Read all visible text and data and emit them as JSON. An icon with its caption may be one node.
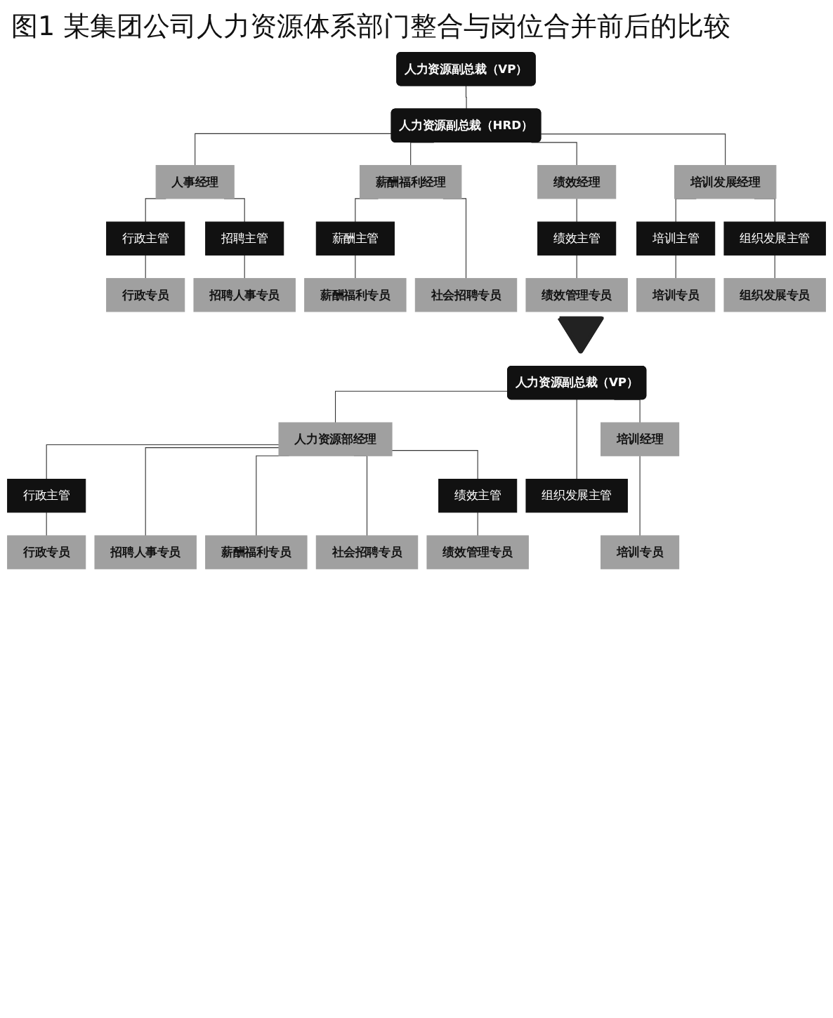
{
  "diagram": {
    "title": "图1 某集团公司人力资源体系部门整合与岗位合并前后的比较",
    "nodes": [
      {
        "text": [
          "人力资源副总裁（VP）"
        ]
      },
      {
        "text": [
          "人力资源副总裁（HRD）"
        ]
      },
      {
        "text": [
          "人事经理"
        ]
      },
      {
        "text": [
          "薪酬福利经理"
        ]
      },
      {
        "text": [
          "绩效经理"
        ]
      },
      {
        "text": [
          "培训发展经理"
        ]
      },
      {
        "text": [
          "行政主管"
        ]
      },
      {
        "text": [
          "招聘主管"
        ]
      },
      {
        "text": [
          "薪酬主管"
        ]
      },
      {
        "text": [
          "绩效主管"
        ]
      },
      {
        "text": [
          "培训主管"
        ]
      },
      {
        "text": [
          "组织发展主管"
        ]
      },
      {
        "text": [
          "行政专员"
        ]
      },
      {
        "text": [
          "招聘人事专员"
        ]
      },
      {
        "text": [
          "薪酬福利专员"
        ]
      },
      {
        "text": [
          "社会招聘专员"
        ]
      },
      {
        "text": [
          "绩效管理专员"
        ]
      },
      {
        "text": [
          "培训专员"
        ]
      },
      {
        "text": [
          "组织发展专员"
        ]
      },
      {
        "text": [],
        "shape": "triangle"
      },
      {
        "text": [
          "人力资源副总裁（VP）"
        ]
      },
      {
        "text": [
          "人力资源部经理"
        ]
      },
      {
        "text": [
          "培训经理"
        ]
      },
      {
        "text": [
          "行政主管"
        ]
      },
      {
        "text": [
          "绩效主管"
        ]
      },
      {
        "text": [
          "组织发展主管"
        ]
      },
      {
        "text": [
          "行政专员"
        ]
      },
      {
        "text": [
          "招聘人事专员"
        ]
      },
      {
        "text": [
          "薪酬福利专员"
        ]
      },
      {
        "text": [
          "社会招聘专员"
        ]
      },
      {
        "text": [
          "绩效管理专员"
        ]
      },
      {
        "text": [
          "培训专员"
        ]
      }
    ],
    "edges": [
      {
        "from": 0,
        "to": 1,
        "arrow": "none"
      },
      {
        "from": 1,
        "to": 2,
        "arrow": "none"
      },
      {
        "from": 1,
        "to": 3,
        "arrow": "none"
      },
      {
        "from": 1,
        "to": 4,
        "arrow": "none"
      },
      {
        "from": 1,
        "to": 5,
        "arrow": "none"
      },
      {
        "from": 2,
        "to": 6,
        "arrow": "none"
      },
      {
        "from": 2,
        "to": 7,
        "arrow": "none"
      },
      {
        "from": 3,
        "to": 8,
        "arrow": "none"
      },
      {
        "from": 3,
        "to": 15,
        "arrow": "none"
      },
      {
        "from": 4,
        "to": 9,
        "arrow": "none"
      },
      {
        "from": 5,
        "to": 10,
        "arrow": "none"
      },
      {
        "from": 5,
        "to": 11,
        "arrow": "none"
      },
      {
        "from": 6,
        "to": 12,
        "arrow": "none"
      },
      {
        "from": 7,
        "to": 13,
        "arrow": "none"
      },
      {
        "from": 8,
        "to": 14,
        "arrow": "none"
      },
      {
        "from": 9,
        "to": 16,
        "arrow": "none"
      },
      {
        "from": 10,
        "to": 17,
        "arrow": "none"
      },
      {
        "from": 11,
        "to": 18,
        "arrow": "none"
      },
      {
        "from": 20,
        "to": 21,
        "arrow": "none"
      },
      {
        "from": 20,
        "to": 25,
        "arrow": "none"
      },
      {
        "from": 20,
        "to": 22,
        "arrow": "none"
      },
      {
        "from": 21,
        "to": 23,
        "arrow": "none"
      },
      {
        "from": 21,
        "to": 27,
        "arrow": "none"
      },
      {
        "from": 21,
        "to": 28,
        "arrow": "none"
      },
      {
        "from": 21,
        "to": 29,
        "arrow": "none"
      },
      {
        "from": 21,
        "to": 24,
        "arrow": "none"
      },
      {
        "from": 23,
        "to": 26,
        "arrow": "none"
      },
      {
        "from": 24,
        "to": 30,
        "arrow": "none"
      },
      {
        "from": 22,
        "to": 31,
        "arrow": "none"
      }
    ]
  }
}
